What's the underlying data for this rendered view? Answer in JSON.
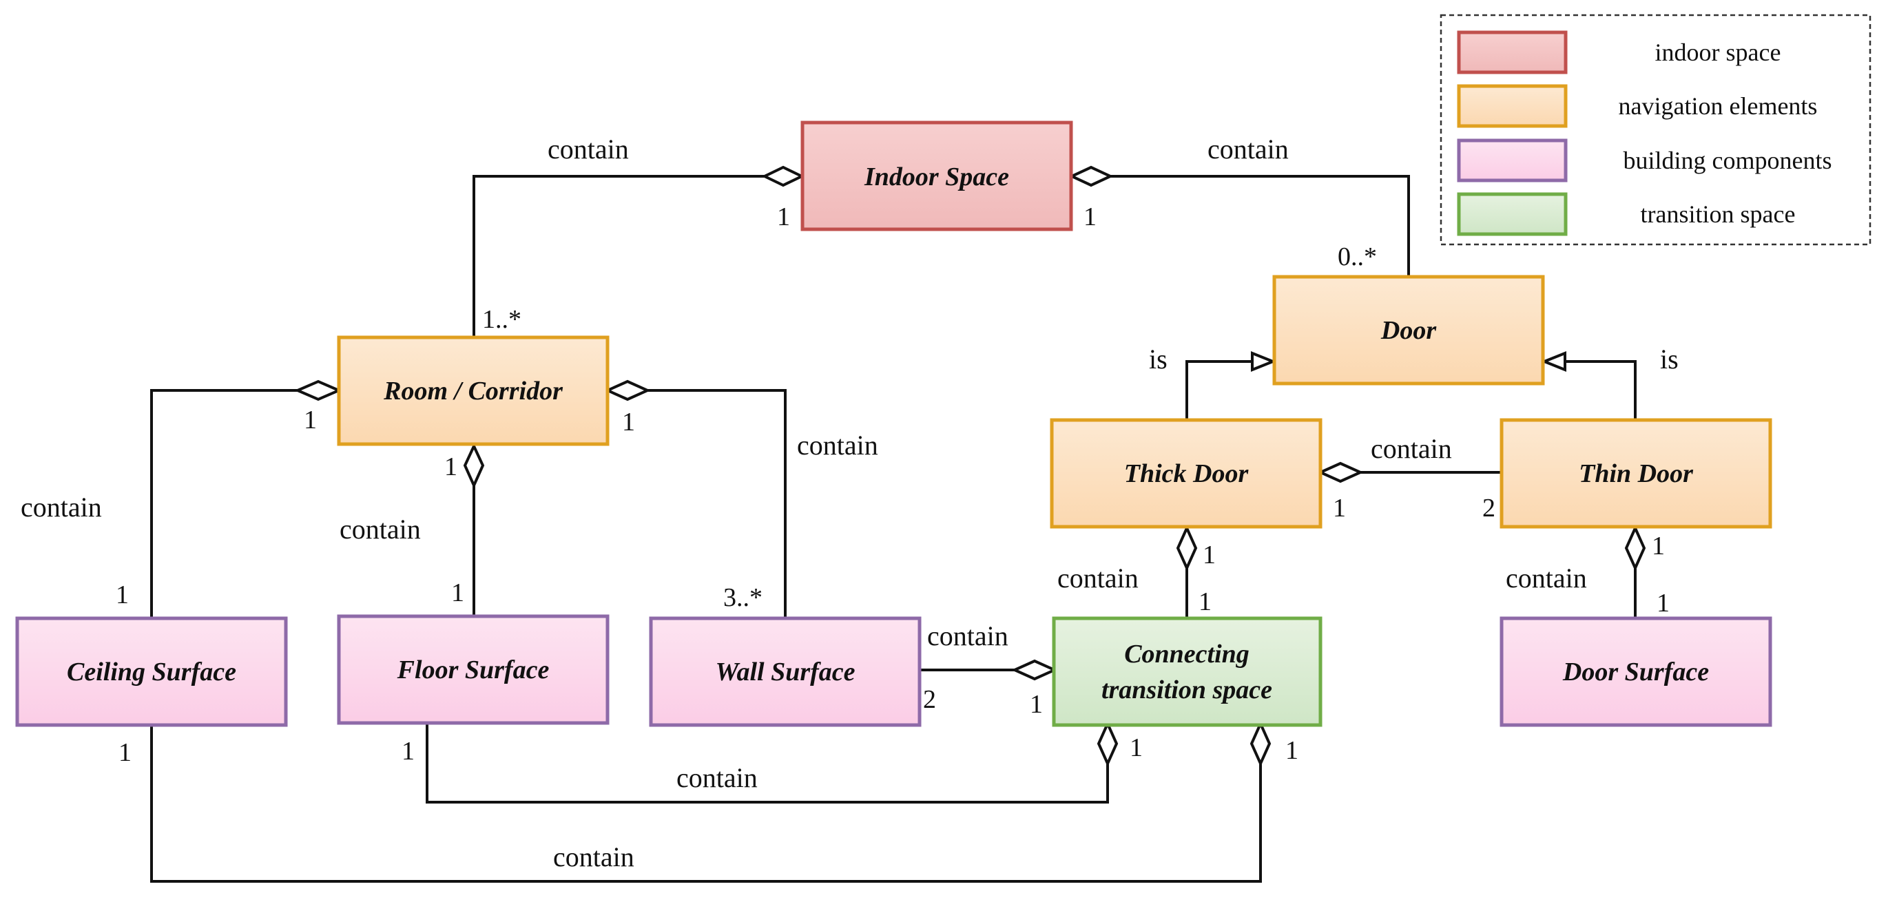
{
  "colors": {
    "indoor_space": {
      "fill_top": "#f7cfcf",
      "fill_bottom": "#f0b9b9",
      "stroke": "#c0504d"
    },
    "navigation_elements": {
      "fill_top": "#fde9d2",
      "fill_bottom": "#fbd8b0",
      "stroke": "#e0a020"
    },
    "building_components": {
      "fill_top": "#fde4f1",
      "fill_bottom": "#fbcde6",
      "stroke": "#8e6aa8"
    },
    "transition_space": {
      "fill_top": "#e6f2e0",
      "fill_bottom": "#cfe6c6",
      "stroke": "#70ad47"
    }
  },
  "legend": [
    {
      "label": "indoor space",
      "category": "indoor_space"
    },
    {
      "label": "navigation elements",
      "category": "navigation_elements"
    },
    {
      "label": "building components",
      "category": "building_components"
    },
    {
      "label": "transition space",
      "category": "transition_space"
    }
  ],
  "nodes": {
    "indoor_space": {
      "label": "Indoor Space",
      "category": "indoor_space"
    },
    "room_corridor": {
      "label": "Room / Corridor",
      "category": "navigation_elements"
    },
    "door": {
      "label": "Door",
      "category": "navigation_elements"
    },
    "thick_door": {
      "label": "Thick Door",
      "category": "navigation_elements"
    },
    "thin_door": {
      "label": "Thin Door",
      "category": "navigation_elements"
    },
    "ceiling_surface": {
      "label": "Ceiling Surface",
      "category": "building_components"
    },
    "floor_surface": {
      "label": "Floor Surface",
      "category": "building_components"
    },
    "wall_surface": {
      "label": "Wall Surface",
      "category": "building_components"
    },
    "connecting_transition_space": {
      "label_line1": "Connecting",
      "label_line2": "transition space",
      "category": "transition_space"
    },
    "door_surface": {
      "label": "Door Surface",
      "category": "building_components"
    }
  },
  "edges": {
    "indoor_room": {
      "label": "contain",
      "mult_whole": "1",
      "mult_part": "1..*"
    },
    "indoor_door": {
      "label": "contain",
      "mult_whole": "1",
      "mult_part": "0..*"
    },
    "room_ceiling": {
      "label": "contain",
      "mult_whole": "1",
      "mult_part": "1"
    },
    "room_floor": {
      "label": "contain",
      "mult_whole": "1",
      "mult_part": "1"
    },
    "room_wall": {
      "label": "contain",
      "mult_whole": "1",
      "mult_part": "3..*"
    },
    "door_thick": {
      "label": "is"
    },
    "door_thin": {
      "label": "is"
    },
    "thick_thin": {
      "label": "contain",
      "mult_whole": "1",
      "mult_part": "2"
    },
    "thick_connecting": {
      "label": "contain",
      "mult_whole": "1",
      "mult_part": "1"
    },
    "thin_doorsurface": {
      "label": "contain",
      "mult_whole": "1",
      "mult_part": "1"
    },
    "wall_connecting": {
      "label": "contain",
      "mult_whole": "1",
      "mult_part": "2"
    },
    "floor_connecting": {
      "label": "contain",
      "mult_whole": "1",
      "mult_part": "1"
    },
    "ceiling_connecting": {
      "label": "contain",
      "mult_whole": "1",
      "mult_part": "1"
    }
  }
}
